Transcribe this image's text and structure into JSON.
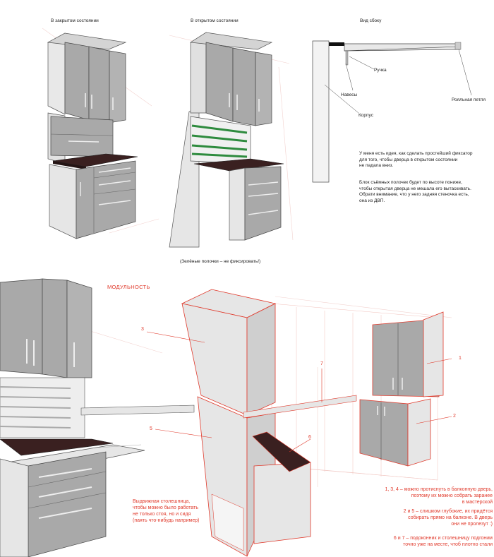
{
  "top": {
    "closed_title": "В закрытом состоянии",
    "open_title": "В открытом состоянии",
    "side_title": "Вид сбоку",
    "side_labels": {
      "handle": "Ручка",
      "hinges": "Навесы",
      "piano_hinge": "Рояльная петля",
      "body": "Корпус"
    },
    "note_1": "У меня есть идея, как сделать простейший фиксатор\nдля того, чтобы дверца в открытом состоянии\nне падала вниз.",
    "note_2": "Блок съёмных полочек будет по высоте пониже,\nчтобы открытая дверца не мешала его вытаскивать.\nОбрати внимание, что у него задняя стеночка есть,\nона из ДВП.",
    "green_note": "(Зелёные полочки – не фиксировать!)"
  },
  "bottom": {
    "modularity": "МОДУЛЬНОСТЬ",
    "sliding_note": "Выдвижная столешница,\nчтобы можно было работать\nне только стоя, но и сидя\n(паять что-нибудь например)",
    "numbers": [
      "1",
      "2",
      "3",
      "5",
      "6",
      "7"
    ],
    "legend_1": "1, 3, 4 – можно протиснуть в балконную дверь,\nпоэтому их можно собрать заранее\nв мастерской",
    "legend_2": "2 и 5 – слишком глубокие, их придётся\nсобирать прямо на балконе. В дверь\nони не пролезут :)",
    "legend_3": "6 и 7 – подоконник и столешницу подгоним\nточно уже на месте, чтоб плотно стали"
  },
  "colors": {
    "accent": "#e0392b",
    "panel": "#a9a9a9",
    "panel_dark": "#8c8c8c",
    "light": "#e6e6e6",
    "top_wood": "#3a2020",
    "shelf": "#2e8b3e"
  }
}
